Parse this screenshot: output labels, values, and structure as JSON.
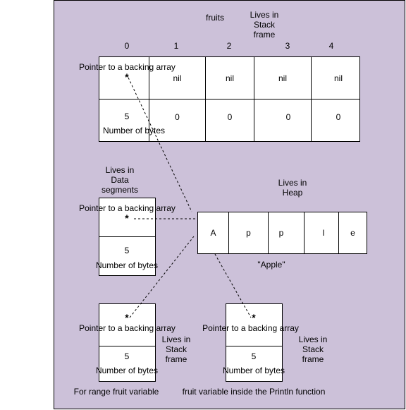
{
  "fruits_label": "fruits",
  "stack_label": "Lives in Stack frame",
  "indices": [
    "0",
    "1",
    "2",
    "3",
    "4"
  ],
  "pointer_label": "Pointer to a backing array",
  "star": "*",
  "nil_cells": [
    "nil",
    "nil",
    "nil",
    "nil"
  ],
  "len_values": [
    "5",
    "0",
    "0",
    "0",
    "0"
  ],
  "bytes_label": "Number of bytes",
  "data_label": "Lives in Data segments",
  "heap_label": "Lives in Heap",
  "heap_chars": [
    "A",
    "p",
    "p",
    "l",
    "e"
  ],
  "apple_label": "\"Apple\"",
  "range_caption": "For range fruit variable",
  "println_caption": "fruit variable inside the Println function"
}
